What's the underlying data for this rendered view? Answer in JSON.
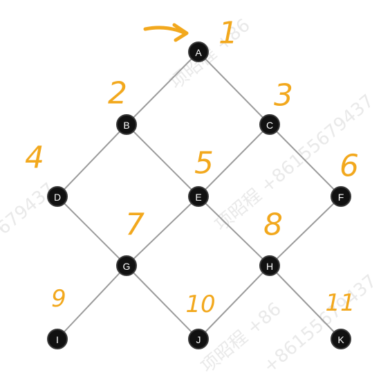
{
  "nodes": [
    {
      "id": "A"
    },
    {
      "id": "B"
    },
    {
      "id": "C"
    },
    {
      "id": "D"
    },
    {
      "id": "E"
    },
    {
      "id": "F"
    },
    {
      "id": "G"
    },
    {
      "id": "H"
    },
    {
      "id": "I"
    },
    {
      "id": "J"
    },
    {
      "id": "K"
    }
  ],
  "edges": [
    [
      "A",
      "B"
    ],
    [
      "A",
      "C"
    ],
    [
      "B",
      "D"
    ],
    [
      "B",
      "E"
    ],
    [
      "C",
      "E"
    ],
    [
      "C",
      "F"
    ],
    [
      "D",
      "G"
    ],
    [
      "E",
      "G"
    ],
    [
      "E",
      "H"
    ],
    [
      "F",
      "H"
    ],
    [
      "G",
      "I"
    ],
    [
      "G",
      "J"
    ],
    [
      "H",
      "J"
    ],
    [
      "H",
      "K"
    ]
  ],
  "annotations": [
    "1",
    "2",
    "3",
    "4",
    "5",
    "6",
    "7",
    "8",
    "9",
    "10",
    "11"
  ],
  "watermarks": [
    "项昭程 +86",
    "项昭程 +86155679437",
    "679437",
    "+86155679437",
    "项昭程 +86"
  ],
  "colors": {
    "node": "#111111",
    "edge": "#9a9a9a",
    "annotation": "#f2a81d"
  }
}
